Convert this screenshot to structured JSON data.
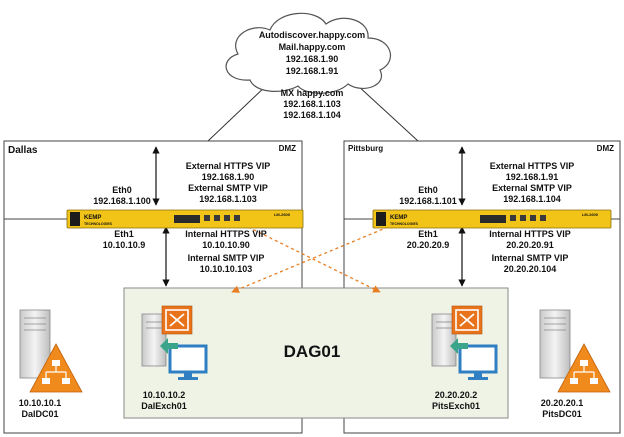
{
  "cloud": {
    "lines": [
      "Autodiscover.happy.com",
      "Mail.happy.com",
      "192.168.1.90",
      "192.168.1.91"
    ],
    "mx_lines": [
      "MX happy.com",
      "192.168.1.103",
      "192.168.1.104"
    ]
  },
  "dallas": {
    "title": "Dallas",
    "zone": "DMZ",
    "vip_lines": [
      "External HTTPS VIP",
      "192.168.1.90",
      "External SMTP VIP",
      "192.168.1.103"
    ],
    "eth0_lines": [
      "Eth0",
      "192.168.1.100"
    ],
    "eth1_lines": [
      "Eth1",
      "10.10.10.9"
    ],
    "internal_lines": [
      "Internal HTTPS VIP",
      "10.10.10.90",
      "Internal SMTP VIP",
      "10.10.10.103"
    ],
    "dc_lines": [
      "10.10.10.1",
      "DalDC01"
    ],
    "exch_lines": [
      "10.10.10.2",
      "DalExch01"
    ]
  },
  "pittsburg": {
    "title": "Pittsburg",
    "zone": "DMZ",
    "vip_lines": [
      "External HTTPS VIP",
      "192.168.1.91",
      "External SMTP VIP",
      "192.168.1.104"
    ],
    "eth0_lines": [
      "Eth0",
      "192.168.1.101"
    ],
    "eth1_lines": [
      "Eth1",
      "20.20.20.9"
    ],
    "internal_lines": [
      "Internal HTTPS VIP",
      "20.20.20.91",
      "Internal SMTP VIP",
      "20.20.20.104"
    ],
    "dc_lines": [
      "20.20.20.1",
      "PitsDC01"
    ],
    "exch_lines": [
      "20.20.20.2",
      "PitsExch01"
    ]
  },
  "dag": {
    "label": "DAG01"
  },
  "appliance": {
    "brand": "KEMP",
    "sub": "TECHNOLOGIES",
    "model": "LM-2600"
  },
  "colors": {
    "appliance": "#f2c418",
    "dag_fill": "#eef3e6",
    "exchange": "#e8731a",
    "dc_orange": "#f08a1c",
    "monitor": "#2f7fc2",
    "dashed": "#e87e22"
  }
}
